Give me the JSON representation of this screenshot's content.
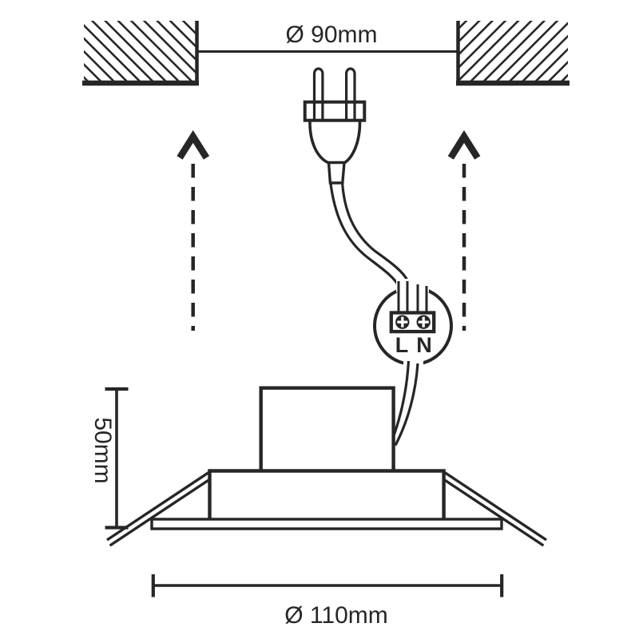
{
  "colors": {
    "ink": "#262626",
    "background": "#ffffff"
  },
  "labels": {
    "cutout_diameter": "Ø 90mm",
    "recess_height": "50mm",
    "outer_diameter": "Ø 110mm",
    "terminal_live": "L",
    "terminal_neutral": "N"
  }
}
